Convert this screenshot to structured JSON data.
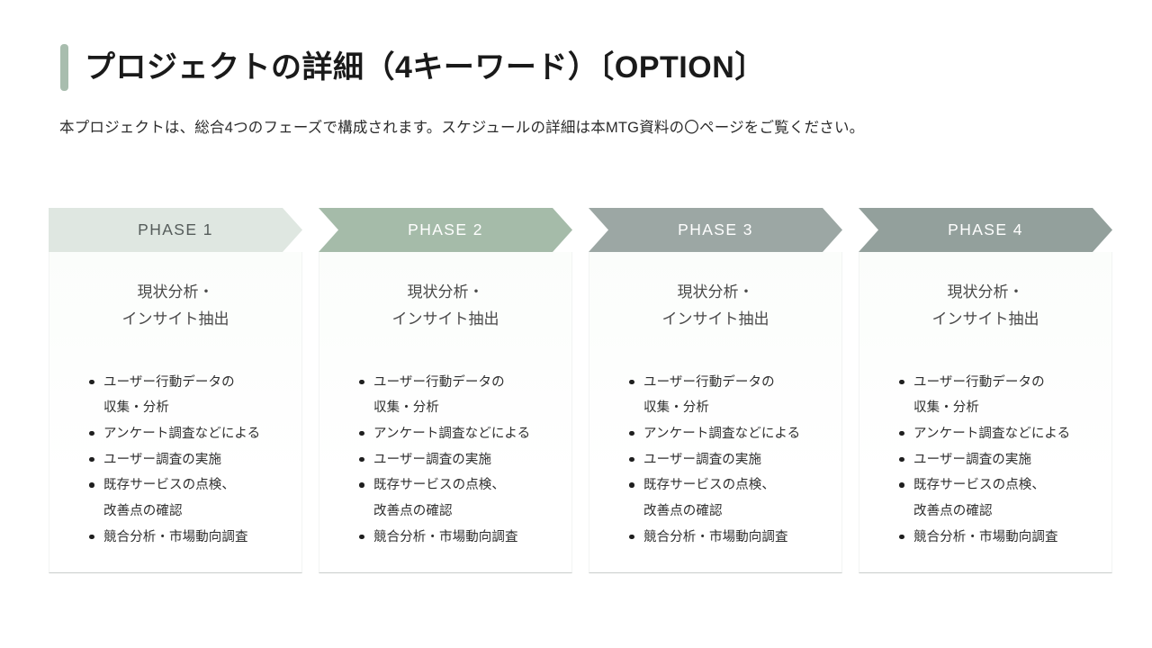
{
  "slide": {
    "title": "プロジェクトの詳細（4キーワード）〔OPTION〕",
    "subtitle": "本プロジェクトは、総合4つのフェーズで構成されます。スケジュールの詳細は本MTG資料の〇ページをご覧ください。",
    "accent_color": "#a8bdae"
  },
  "phases": [
    {
      "label": "PHASE 1",
      "header_color": "#dfe7e1",
      "header_text_color": "#555c5a",
      "subhead_line1": "現状分析・",
      "subhead_line2": "インサイト抽出",
      "bullets": [
        "ユーザー行動データの\n収集・分析",
        "アンケート調査などによる",
        "ユーザー調査の実施",
        "既存サービスの点検、\n改善点の確認",
        "競合分析・市場動向調査"
      ]
    },
    {
      "label": "PHASE 2",
      "header_color": "#a5bba9",
      "header_text_color": "#ffffff",
      "subhead_line1": "現状分析・",
      "subhead_line2": "インサイト抽出",
      "bullets": [
        "ユーザー行動データの\n収集・分析",
        "アンケート調査などによる",
        "ユーザー調査の実施",
        "既存サービスの点検、\n改善点の確認",
        "競合分析・市場動向調査"
      ]
    },
    {
      "label": "PHASE 3",
      "header_color": "#9ca7a4",
      "header_text_color": "#ffffff",
      "subhead_line1": "現状分析・",
      "subhead_line2": "インサイト抽出",
      "bullets": [
        "ユーザー行動データの\n収集・分析",
        "アンケート調査などによる",
        "ユーザー調査の実施",
        "既存サービスの点検、\n改善点の確認",
        "競合分析・市場動向調査"
      ]
    },
    {
      "label": "PHASE 4",
      "header_color": "#93a09c",
      "header_text_color": "#ffffff",
      "subhead_line1": "現状分析・",
      "subhead_line2": "インサイト抽出",
      "bullets": [
        "ユーザー行動データの\n収集・分析",
        "アンケート調査などによる",
        "ユーザー調査の実施",
        "既存サービスの点検、\n改善点の確認",
        "競合分析・市場動向調査"
      ]
    }
  ]
}
